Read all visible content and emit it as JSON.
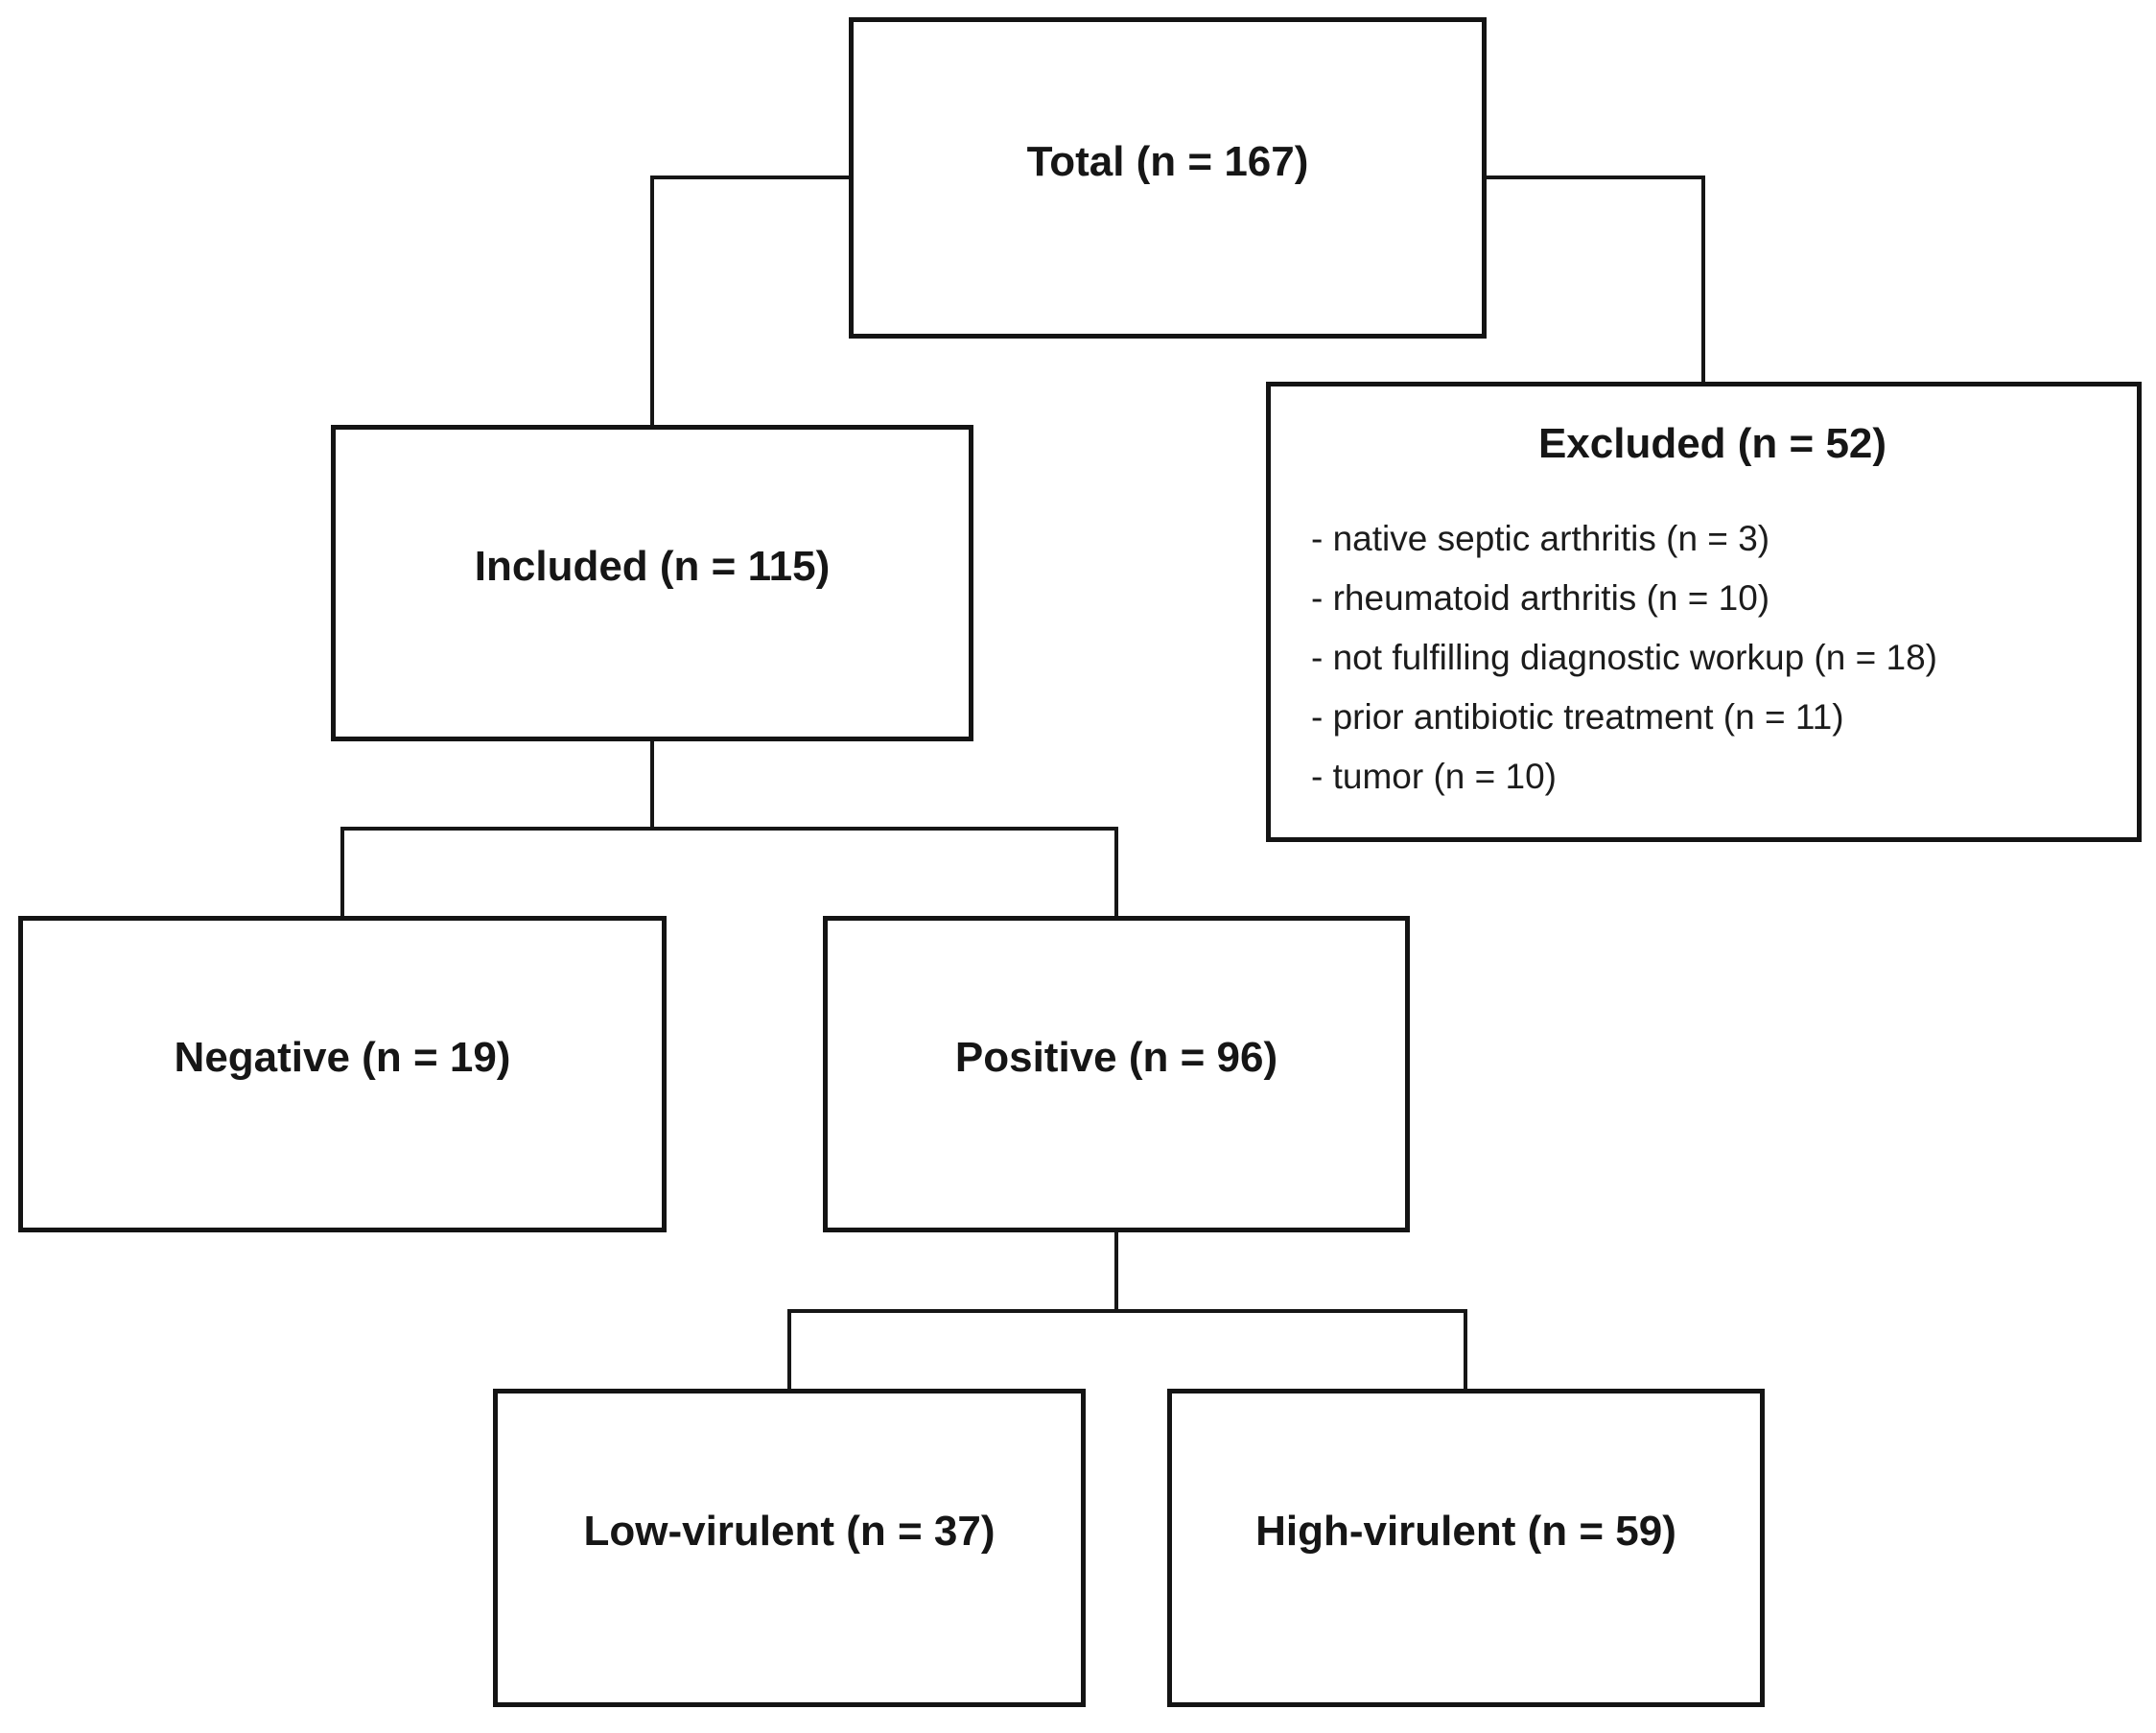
{
  "diagram": {
    "nodes": {
      "total": {
        "label": "Total (n = 167)",
        "count": 167
      },
      "included": {
        "label": "Included (n = 115)",
        "count": 115
      },
      "excluded": {
        "title": "Excluded (n = 52)",
        "count": 52,
        "items": [
          "- native septic arthritis (n = 3)",
          "- rheumatoid arthritis (n = 10)",
          "- not fulfilling diagnostic workup (n = 18)",
          "- prior antibiotic treatment (n = 11)",
          "- tumor (n = 10)"
        ]
      },
      "negative": {
        "label": "Negative (n = 19)",
        "count": 19
      },
      "positive": {
        "label": "Positive (n = 96)",
        "count": 96
      },
      "low_virulent": {
        "label": "Low-virulent (n = 37)",
        "count": 37
      },
      "high_virulent": {
        "label": "High-virulent (n = 59)",
        "count": 59
      }
    },
    "edges": [
      {
        "from": "total",
        "to": "included"
      },
      {
        "from": "total",
        "to": "excluded"
      },
      {
        "from": "included",
        "to": "negative"
      },
      {
        "from": "included",
        "to": "positive"
      },
      {
        "from": "positive",
        "to": "low_virulent"
      },
      {
        "from": "positive",
        "to": "high_virulent"
      }
    ],
    "colors": {
      "line": "#161616",
      "border": "#141414",
      "text": "#161616",
      "background": "#ffffff"
    }
  }
}
